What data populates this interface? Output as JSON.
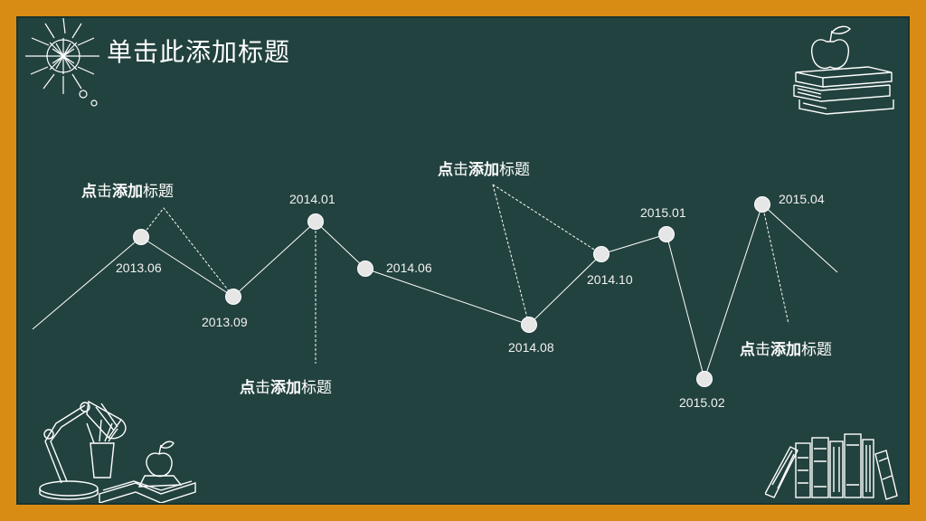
{
  "slide": {
    "title": "单击此添加标题",
    "colors": {
      "frame": "#d98c14",
      "board": "#22423f",
      "chalk": "#ffffff",
      "node": "#e6e6e6"
    }
  },
  "timeline": {
    "points": [
      {
        "label": "2013.06"
      },
      {
        "label": "2013.09"
      },
      {
        "label": "2014.01"
      },
      {
        "label": "2014.06"
      },
      {
        "label": "2014.08"
      },
      {
        "label": "2014.10"
      },
      {
        "label": "2015.01"
      },
      {
        "label": "2015.02"
      },
      {
        "label": "2015.04"
      }
    ],
    "captions": [
      {
        "bold1": "点",
        "normal1": "击",
        "bold2": "添加",
        "normal2": "标题"
      },
      {
        "bold1": "点",
        "normal1": "击",
        "bold2": "添加",
        "normal2": "标题"
      },
      {
        "bold1": "点",
        "normal1": "击",
        "bold2": "添加",
        "normal2": "标题"
      },
      {
        "bold1": "点",
        "normal1": "击",
        "bold2": "添加",
        "normal2": "标题"
      }
    ]
  },
  "decorations": {
    "top_left": "chalk-scribble-sun-icon",
    "top_right": "apple-on-books-icon",
    "bottom_left": "desk-lamp-book-apple-icon",
    "bottom_right": "bookshelf-icon"
  }
}
